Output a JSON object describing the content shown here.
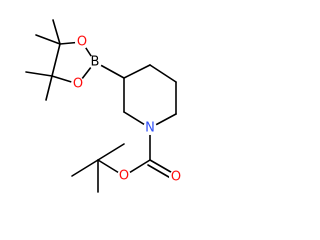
{
  "molecule": {
    "atoms": {
      "boron": {
        "symbol": "B",
        "color": "#000000"
      },
      "ring_oxygen_top": {
        "symbol": "O",
        "color": "#ff0d0d"
      },
      "ring_oxygen_bottom": {
        "symbol": "O",
        "color": "#ff0d0d"
      },
      "nitrogen": {
        "symbol": "N",
        "color": "#3050f8"
      },
      "carbonyl_oxygen": {
        "symbol": "O",
        "color": "#ff0d0d"
      },
      "ester_oxygen": {
        "symbol": "O",
        "color": "#ff0d0d"
      }
    }
  }
}
